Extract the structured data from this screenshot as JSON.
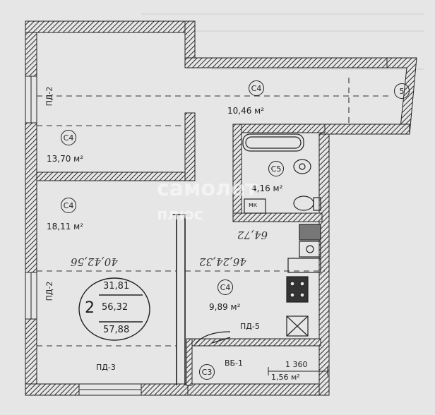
{
  "rooms": {
    "balcony": {
      "code": "С4",
      "area": "10,46 м²",
      "axis": "5"
    },
    "room_top": {
      "code": "С4",
      "area": "13,70 м²"
    },
    "bathroom": {
      "code": "С5",
      "area": "4,16 м²",
      "fixture": "мк"
    },
    "living": {
      "code": "С4",
      "area": "18,11 м²"
    },
    "kitchen": {
      "code": "С4",
      "area": "9,89 м²"
    },
    "hall": {
      "code": "С3",
      "area": "1,56 м²"
    }
  },
  "partitions": {
    "pd2_top": "ПД-2",
    "pd2_mid": "ПД-2",
    "pd3": "ПД-3",
    "pd5": "ПД-5",
    "vb1": "ВБ-1"
  },
  "dimension": "1 360",
  "handwriting": {
    "line1": "64,72",
    "line2": "46,24,32",
    "line3": "40,42,56"
  },
  "summary": {
    "rooms_count": "2",
    "living_area": "31,81",
    "total_area": "56,32",
    "total_with_balcony": "57,88"
  },
  "watermark": {
    "line1": "самолет",
    "line2": "плюс"
  }
}
